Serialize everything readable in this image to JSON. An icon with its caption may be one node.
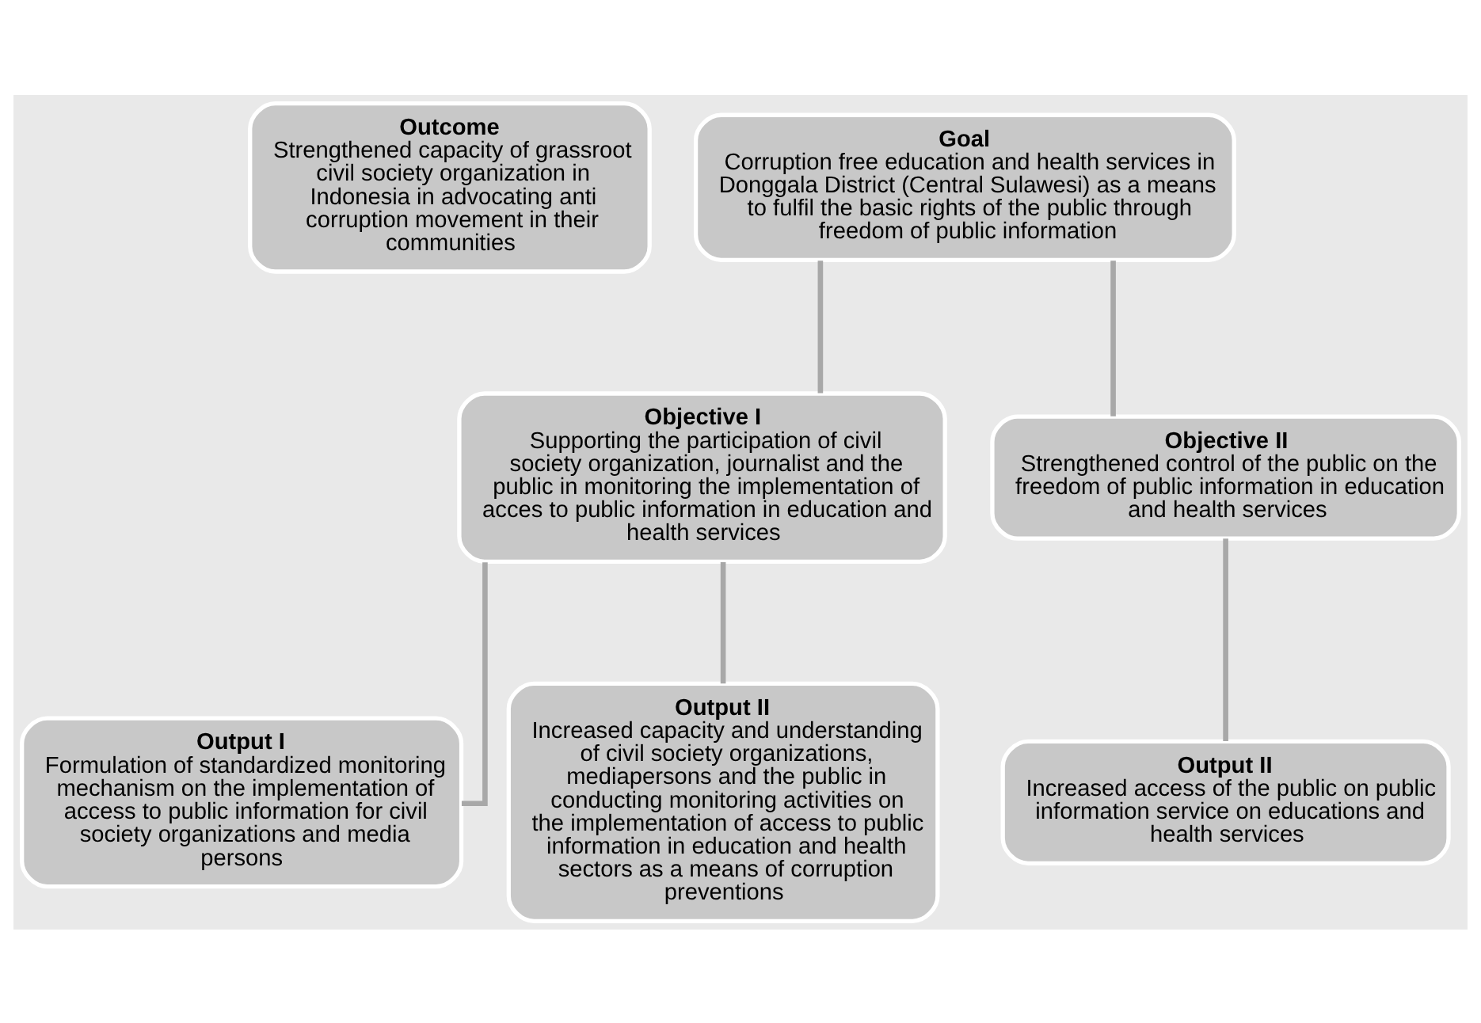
{
  "diagram": {
    "nodes": [
      {
        "text": [
          "Outcome",
          "Strengthened capacity of grassroot civil society organization in Indonesia in advocating anti corruption movement in their communities"
        ]
      },
      {
        "text": [
          "Goal",
          "Corruption free education and health services in Donggala District (Central Sulawesi) as a means to fulfil the basic rights of the public through freedom of public information"
        ]
      },
      {
        "text": [
          "Objective I",
          "Supporting the participation of civil society organization, journalist and the public in monitoring the implementation of acces to public information in education and health services"
        ]
      },
      {
        "text": [
          "Objective II",
          "Strengthened control of the public on the freedom of public information in education and health services"
        ]
      },
      {
        "text": [
          "Output I",
          "Formulation of standardized monitoring mechanism on the implementation of access to public information for civil society organizations and media persons"
        ]
      },
      {
        "text": [
          "Output II",
          "Increased capacity and understanding of civil society organizations, mediapersons and the public in conducting monitoring activities on the implementation of access to public information in education and health sectors as a means of corruption preventions"
        ]
      },
      {
        "text": [
          "Output II",
          "Increased access of the public on public information service on educations and health services"
        ]
      }
    ],
    "edges": [
      {
        "from": 1,
        "to": 2,
        "arrow": "none"
      },
      {
        "from": 1,
        "to": 3,
        "arrow": "none"
      },
      {
        "from": 2,
        "to": 4,
        "arrow": "none"
      },
      {
        "from": 2,
        "to": 5,
        "arrow": "none"
      },
      {
        "from": 3,
        "to": 6,
        "arrow": "none"
      }
    ]
  }
}
